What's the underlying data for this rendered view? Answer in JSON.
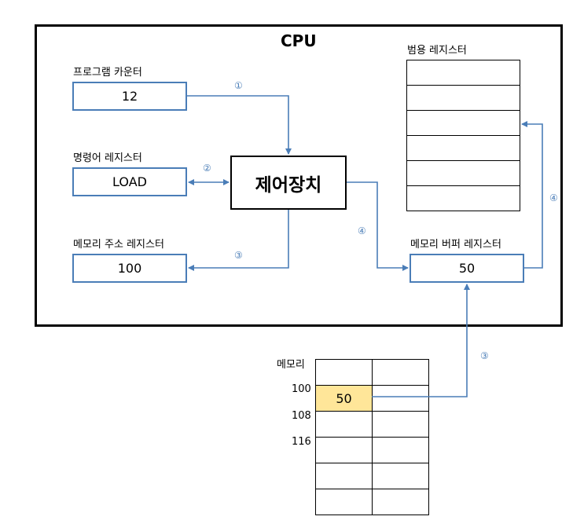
{
  "cpu": {
    "title": "CPU"
  },
  "registers": {
    "pc": {
      "label": "프로그램 카운터",
      "value": "12"
    },
    "ir": {
      "label": "명령어 레지스터",
      "value": "LOAD"
    },
    "mar": {
      "label": "메모리 주소 레지스터",
      "value": "100"
    },
    "mbr": {
      "label": "메모리 버퍼 레지스터",
      "value": "50"
    },
    "gpr": {
      "label": "범용 레지스터",
      "rows": 6
    }
  },
  "control_unit": {
    "label": "제어장치"
  },
  "steps": {
    "s1": "①",
    "s2": "②",
    "s3_mar": "③",
    "s4_mbr": "④",
    "s4_gpr": "④",
    "s3_mem": "③"
  },
  "memory": {
    "label": "메모리",
    "addresses": [
      "100",
      "108",
      "116"
    ],
    "cell_100": "50"
  },
  "colors": {
    "arrow": "#4a7db7",
    "highlight": "#ffe699"
  }
}
